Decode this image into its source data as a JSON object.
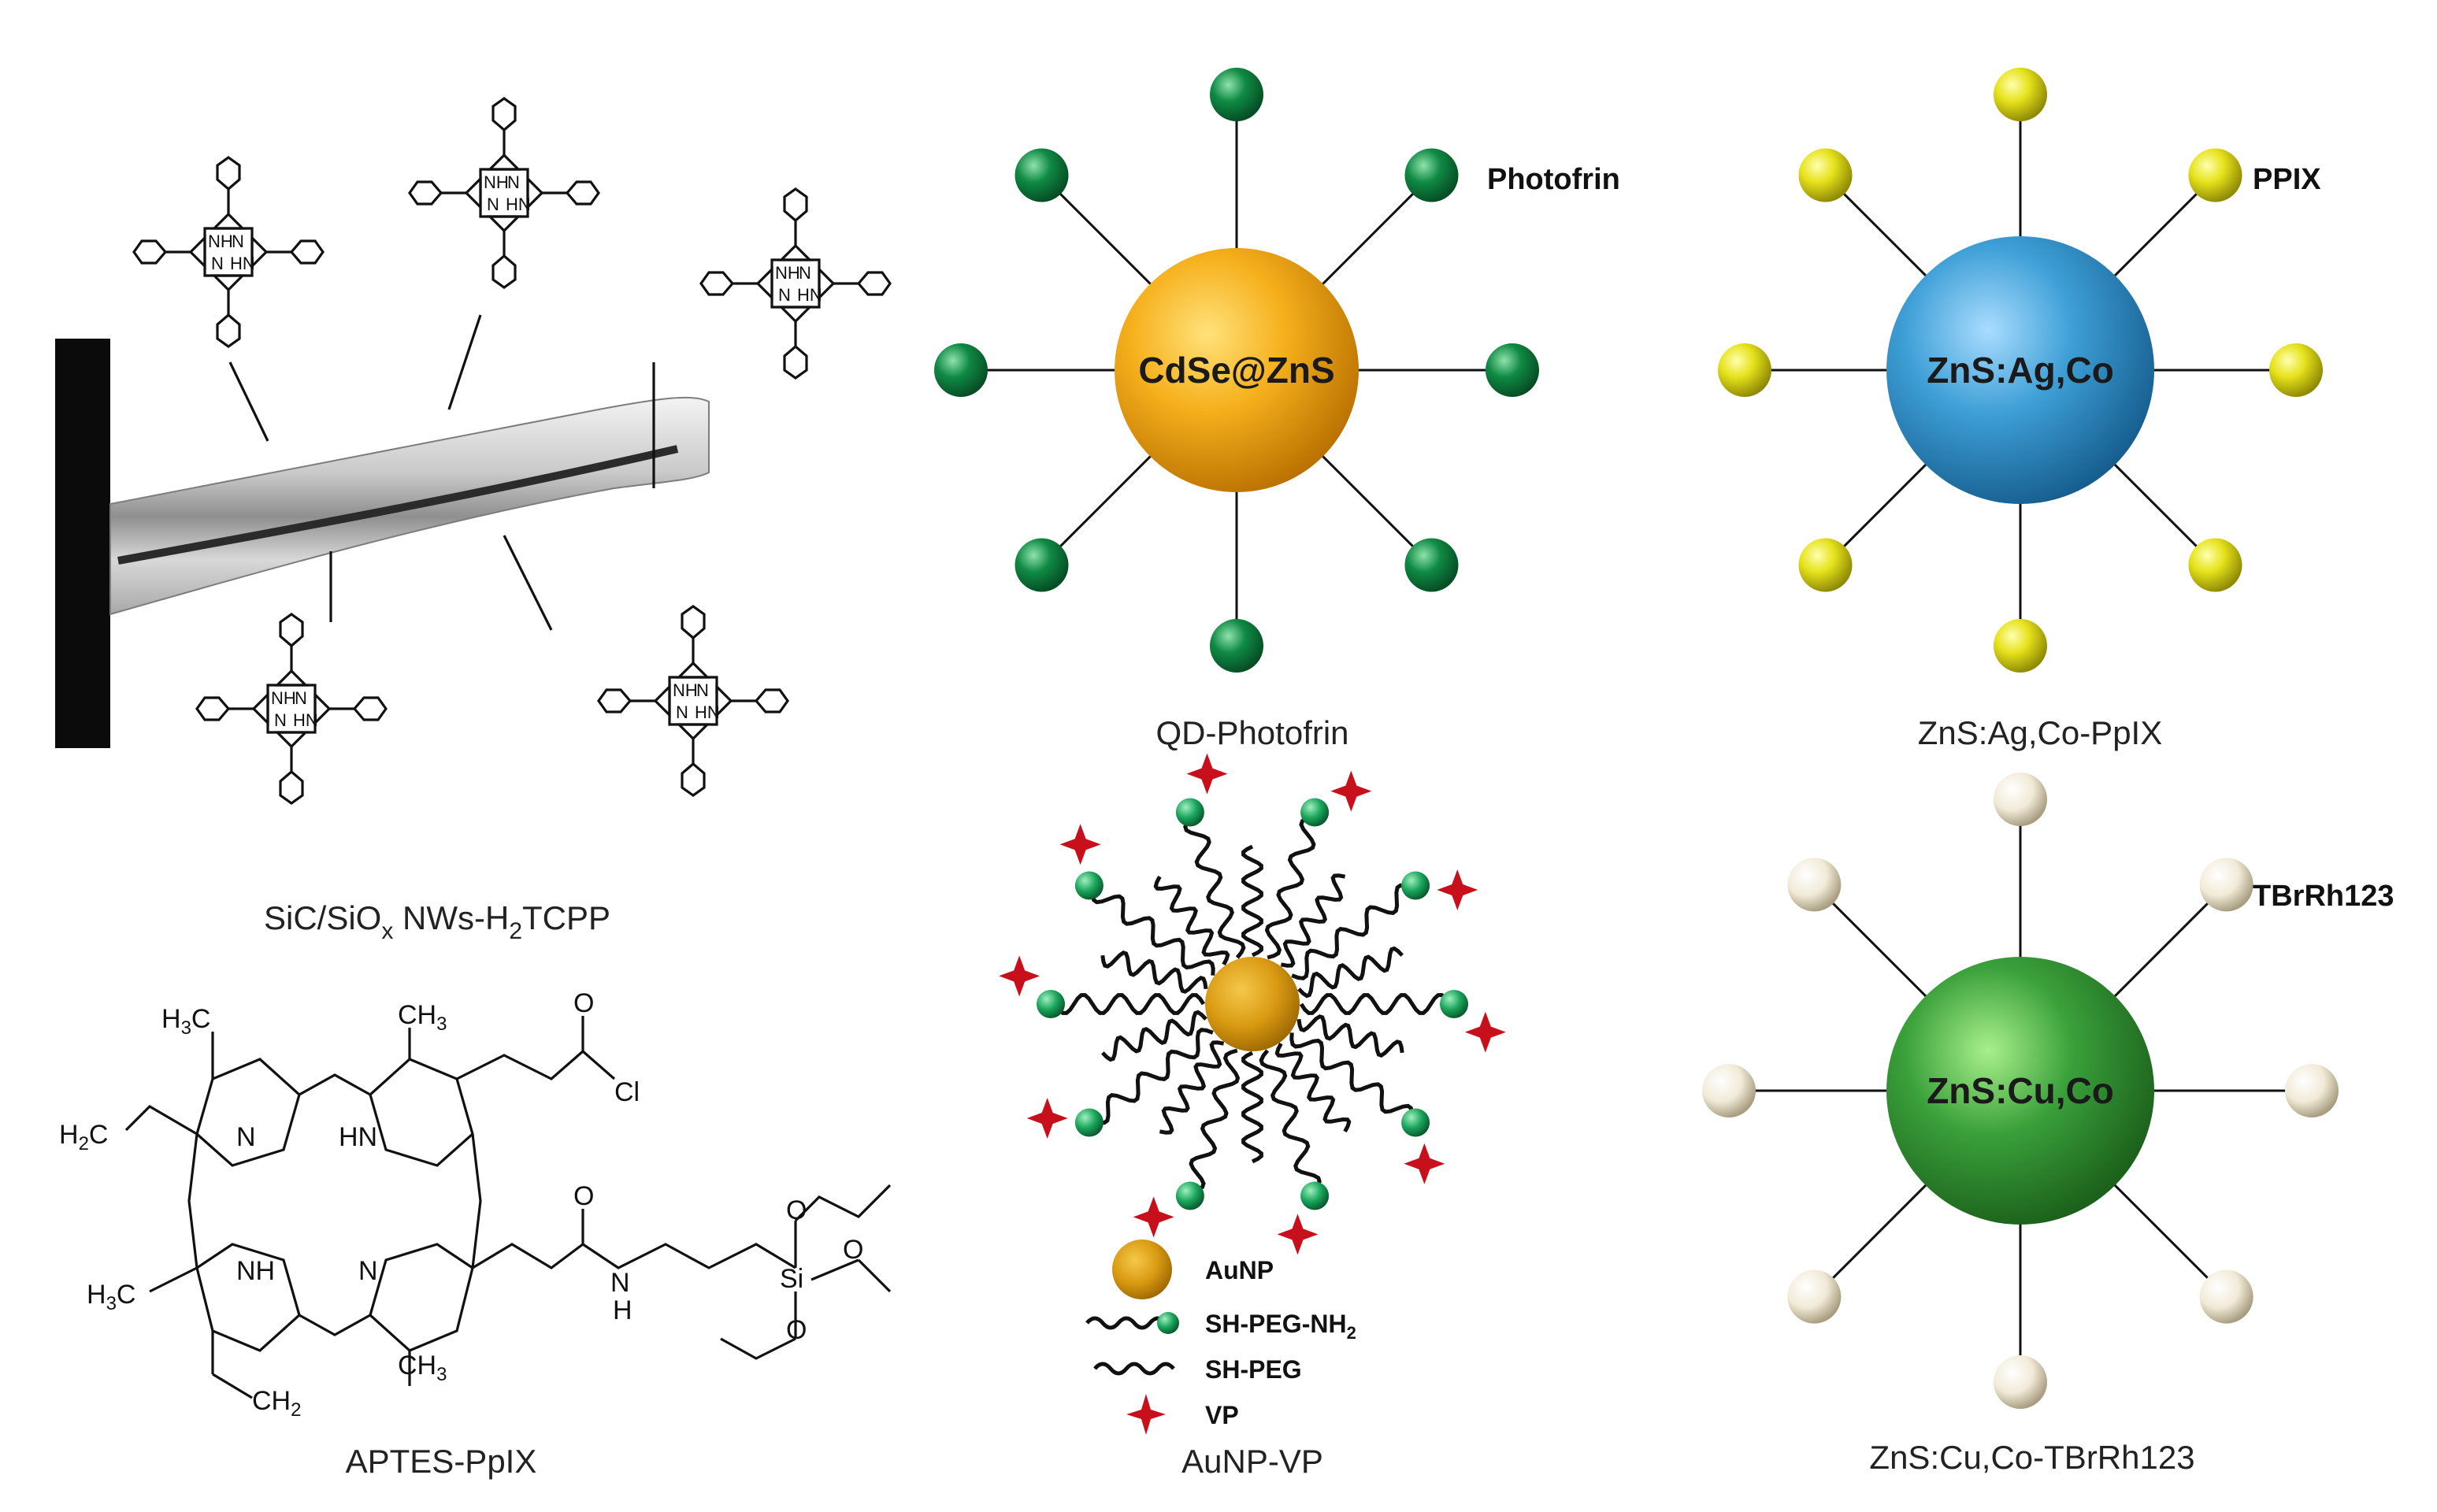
{
  "panels": {
    "nanowire": {
      "caption": "SiC/SiOx NWs-H2TCPP",
      "caption_parts": [
        "SiC/SiO",
        "x",
        " NWs-H",
        "2",
        "TCPP"
      ]
    },
    "qd_photofrin": {
      "core": "CdSe@ZnS",
      "ligand": "Photofrin",
      "caption": "QD-Photofrin",
      "core_color": "#f3a514",
      "ball_color": "#0f8a44"
    },
    "zns_agco": {
      "core": "ZnS:Ag,Co",
      "ligand": "PPIX",
      "caption": "ZnS:Ag,Co-PpIX",
      "core_color": "#3d9fd6",
      "ball_color": "#e6e21b"
    },
    "aptes": {
      "caption": "APTES-PpIX"
    },
    "aunp": {
      "caption": "AuNP-VP",
      "legend": {
        "aunp": "AuNP",
        "peg_nh2": "SH-PEG-NH",
        "peg_nh2_sub": "2",
        "peg": "SH-PEG",
        "vp": "VP"
      },
      "core_color": "#d99a12",
      "green": "#19a45a",
      "star": "#c8101c"
    },
    "zns_cuco": {
      "core": "ZnS:Cu,Co",
      "ligand": "TBrRh123",
      "caption": "ZnS:Cu,Co-TBrRh123",
      "core_color": "#3aa03a",
      "ball_color": "#f1ead7"
    }
  },
  "chemistry": {
    "nh": "NH",
    "hn": "HN",
    "n": "N",
    "o": "O",
    "h": "H",
    "h3c": "H",
    "three": "3",
    "c": "C",
    "ch": "CH",
    "cl": "Cl",
    "si": "Si",
    "h2c": "H",
    "two": "2"
  }
}
